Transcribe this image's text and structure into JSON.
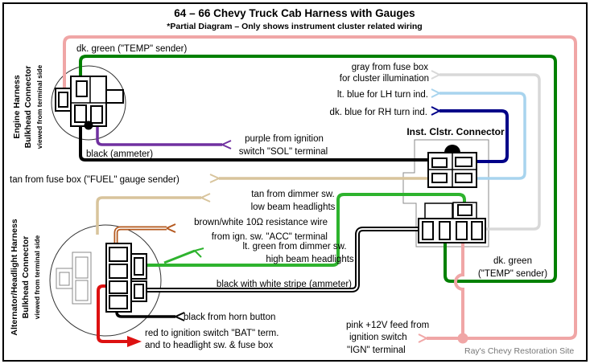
{
  "title": "64 – 66 Chevy Truck Cab Harness with Gauges",
  "subtitle": "*Partial Diagram – Only shows instrument cluster related wiring",
  "watermark": "Ray's Chevy Restoration Site",
  "connectors": {
    "engine": {
      "line1": "Engine Harness",
      "line2": "Bulkhead Connector",
      "note": "viewed from terminal side"
    },
    "alternator": {
      "line1": "Alternator/Headlight Harness",
      "line2": "Bulkhead Connector",
      "note": "viewed from terminal side"
    },
    "cluster": {
      "name": "Inst. Clstr. Connector"
    }
  },
  "labels": {
    "temp_top": "dk. green (\"TEMP\" sender)",
    "gray1": "gray from fuse box",
    "gray2": "for cluster illumination",
    "lt_blue": "lt. blue for LH turn ind.",
    "dk_blue": "dk. blue for RH turn ind.",
    "purple1": "purple from ignition",
    "purple2": "switch \"SOL\" terminal",
    "black_ammeter": "black (ammeter)",
    "tan_fuel": "tan from fuse box (\"FUEL\" gauge sender)",
    "tan_dimmer1": "tan from dimmer sw.",
    "tan_dimmer2": "low beam headlights",
    "brown1": "brown/white 10Ω  resistance wire",
    "brown2": "from ign. sw. \"ACC\" terminal",
    "lt_green1": "lt. green from dimmer sw.",
    "lt_green2": "high beam headlights",
    "bw_stripe": "black with white stripe (ammeter)",
    "temp_right1": "dk. green",
    "temp_right2": "(\"TEMP\" sender)",
    "horn": "black from horn button",
    "red1": "red to ignition switch \"BAT\" term.",
    "red2": "and to headlight sw. & fuse box",
    "pink1": "pink +12V feed from",
    "pink2": "ignition switch",
    "pink3": "\"IGN\" terminal"
  },
  "colors": {
    "pink": "#f0a6a6",
    "dk_green": "#008000",
    "lt_green": "#2eb32e",
    "black": "#000000",
    "purple": "#7030a0",
    "tan": "#d8c49c",
    "gray_wire": "#d8d8d8",
    "lt_blue": "#a8d4ee",
    "dk_blue": "#000088",
    "brown": "#b4581e",
    "red": "#dd1111",
    "white": "#ffffff"
  }
}
